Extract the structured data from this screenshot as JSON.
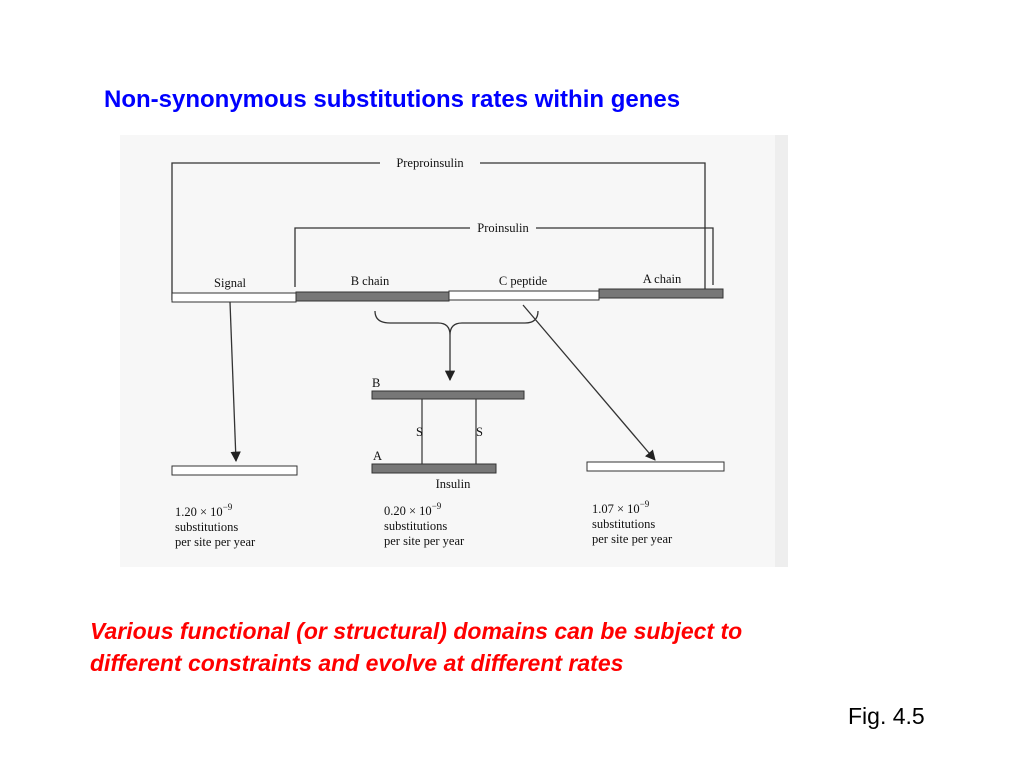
{
  "slide": {
    "title": "Non-synonymous substitutions rates within genes",
    "caption_line1": "Various functional (or structural) domains can be subject to",
    "caption_line2": "different constraints and evolve at different rates",
    "figure_label": "Fig. 4.5"
  },
  "diagram": {
    "preproinsulin_label": "Preproinsulin",
    "proinsulin_label": "Proinsulin",
    "segments": {
      "signal": "Signal",
      "b_chain": "B chain",
      "c_peptide": "C peptide",
      "a_chain": "A chain"
    },
    "insulin": {
      "b_label": "B",
      "a_label": "A",
      "s_left": "S",
      "s_right": "S",
      "name": "Insulin"
    },
    "rates": {
      "signal": {
        "value": "1.20 × 10",
        "exponent": "−9",
        "line2": "substitutions",
        "line3": "per site per year"
      },
      "insulin": {
        "value": "0.20 × 10",
        "exponent": "−9",
        "line2": "substitutions",
        "line3": "per site per year"
      },
      "c_peptide": {
        "value": "1.07 × 10",
        "exponent": "−9",
        "line2": "substitutions",
        "line3": "per site per year"
      }
    },
    "colors": {
      "dark_chain": "#777777",
      "light_chain": "#ffffff",
      "background": "#f7f7f7"
    }
  }
}
